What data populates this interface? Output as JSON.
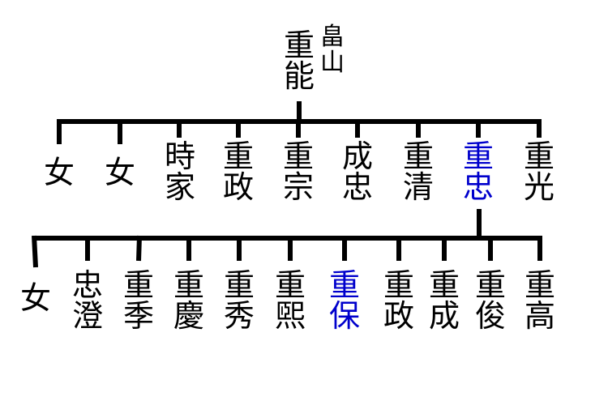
{
  "root": {
    "clan": [
      "畠",
      "山"
    ],
    "name": [
      "重",
      "能"
    ]
  },
  "generation1": [
    {
      "chars": [
        "女"
      ],
      "highlight": false
    },
    {
      "chars": [
        "女"
      ],
      "highlight": false
    },
    {
      "chars": [
        "時",
        "家"
      ],
      "highlight": false
    },
    {
      "chars": [
        "重",
        "政"
      ],
      "highlight": false
    },
    {
      "chars": [
        "重",
        "宗"
      ],
      "highlight": false
    },
    {
      "chars": [
        "成",
        "忠"
      ],
      "highlight": false
    },
    {
      "chars": [
        "重",
        "清"
      ],
      "highlight": false
    },
    {
      "chars": [
        "重",
        "忠"
      ],
      "highlight": true
    },
    {
      "chars": [
        "重",
        "光"
      ],
      "highlight": false
    }
  ],
  "generation2": [
    {
      "chars": [
        "女"
      ],
      "highlight": false
    },
    {
      "chars": [
        "忠",
        "澄"
      ],
      "highlight": false
    },
    {
      "chars": [
        "重",
        "季"
      ],
      "highlight": false
    },
    {
      "chars": [
        "重",
        "慶"
      ],
      "highlight": false
    },
    {
      "chars": [
        "重",
        "秀"
      ],
      "highlight": false
    },
    {
      "chars": [
        "重",
        "煕"
      ],
      "highlight": false
    },
    {
      "chars": [
        "重",
        "保"
      ],
      "highlight": true
    },
    {
      "chars": [
        "重",
        "政"
      ],
      "highlight": false
    },
    {
      "chars": [
        "重",
        "成"
      ],
      "highlight": false
    },
    {
      "chars": [
        "重",
        "俊"
      ],
      "highlight": false
    },
    {
      "chars": [
        "重",
        "高"
      ],
      "highlight": false
    }
  ],
  "colors": {
    "line": "#000000",
    "highlight": "#0000cc",
    "text": "#000000"
  }
}
